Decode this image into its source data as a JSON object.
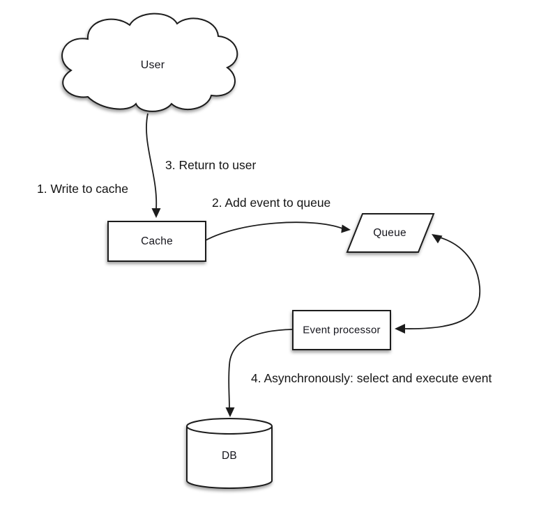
{
  "diagram": {
    "type": "flow-diagram",
    "colors": {
      "background": "#ffffff",
      "shape_fill": "#ffffff",
      "stroke": "#1c1c1c",
      "text": "#141414",
      "shadow": "rgba(0,0,0,0.38)"
    },
    "nodes": [
      {
        "id": "user",
        "shape": "cloud",
        "label": "User"
      },
      {
        "id": "cache",
        "shape": "rectangle",
        "label": "Cache"
      },
      {
        "id": "queue",
        "shape": "parallelogram",
        "label": "Queue"
      },
      {
        "id": "event_processor",
        "shape": "rectangle",
        "label": "Event processor"
      },
      {
        "id": "db",
        "shape": "cylinder",
        "label": "DB"
      }
    ],
    "edges": [
      {
        "from": "user",
        "to": "cache",
        "style": "curved-arrow"
      },
      {
        "from": "cache",
        "to": "queue",
        "style": "curved-arrow"
      },
      {
        "from": "queue",
        "to": "event_processor",
        "style": "curved-double-arrow"
      },
      {
        "from": "event_processor",
        "to": "db",
        "style": "curved-arrow"
      }
    ],
    "edge_labels": [
      {
        "step": "1",
        "text": "1. Write to cache"
      },
      {
        "step": "2",
        "text": "2. Add event to queue"
      },
      {
        "step": "3",
        "text": "3. Return to user"
      },
      {
        "step": "4",
        "text": "4. Asynchronously: select and execute event"
      }
    ]
  }
}
